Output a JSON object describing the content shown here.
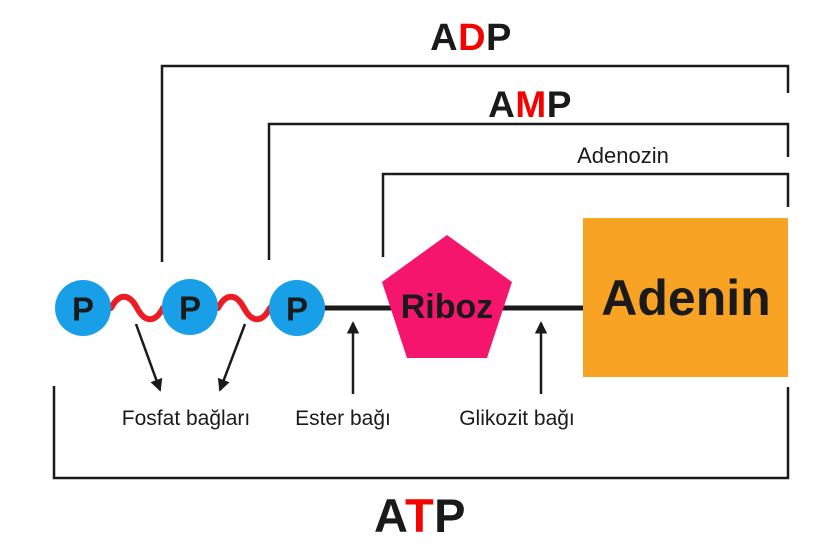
{
  "colors": {
    "phosphate_blue": "#189fe8",
    "ribose_pink": "#f5156d",
    "adenine_orange": "#f9a325",
    "bond_red": "#ed1c24",
    "highlight_red": "#f70000",
    "line_black": "#1a1a1a"
  },
  "abbreviations": {
    "adp": {
      "prefix": "A",
      "highlight": "D",
      "suffix": "P"
    },
    "amp": {
      "prefix": "A",
      "highlight": "M",
      "suffix": "P"
    },
    "atp": {
      "prefix": "A",
      "highlight": "T",
      "suffix": "P"
    }
  },
  "adenozin_label": "Adenozin",
  "molecule": {
    "phosphate_symbols": [
      "P",
      "P",
      "P"
    ],
    "ribose": "Riboz",
    "adenine": "Adenin"
  },
  "bond_labels": {
    "phosphate": "Fosfat bağları",
    "ester": "Ester bağı",
    "glycosidic": "Glikozit bağı"
  }
}
